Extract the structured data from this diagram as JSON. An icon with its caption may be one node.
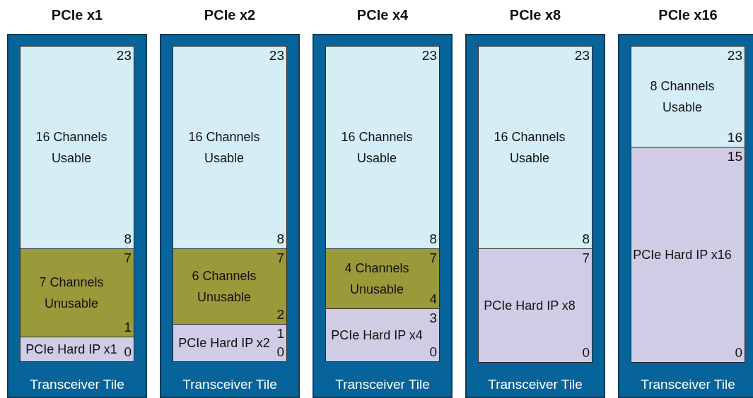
{
  "diagram": {
    "nodes": [
      {
        "text": [
          "PCIe x1",
          "Transceiver Tile"
        ]
      },
      {
        "text": [
          "23",
          "16 Channels Usable",
          "8"
        ],
        "in": 0
      },
      {
        "text": [
          "7",
          "7 Channels Unusable",
          "1"
        ],
        "in": 0
      },
      {
        "text": [
          "PCIe Hard IP x1",
          "0"
        ],
        "in": 0
      },
      {
        "text": [
          "PCIe x2",
          "Transceiver Tile"
        ]
      },
      {
        "text": [
          "23",
          "16 Channels Usable",
          "8"
        ],
        "in": 4
      },
      {
        "text": [
          "7",
          "6 Channels Unusable",
          "2"
        ],
        "in": 4
      },
      {
        "text": [
          "PCIe Hard IP x2",
          "1",
          "0"
        ],
        "in": 4
      },
      {
        "text": [
          "PCIe x4",
          "Transceiver Tile"
        ]
      },
      {
        "text": [
          "23",
          "16 Channels Usable",
          "8"
        ],
        "in": 8
      },
      {
        "text": [
          "7",
          "4 Channels Unusable",
          "4"
        ],
        "in": 8
      },
      {
        "text": [
          "3",
          "PCIe Hard IP x4",
          "0"
        ],
        "in": 8
      },
      {
        "text": [
          "PCIe x8",
          "Transceiver Tile"
        ]
      },
      {
        "text": [
          "23",
          "16 Channels Usable",
          "8"
        ],
        "in": 12
      },
      {
        "text": [
          "7",
          "PCIe Hard IP x8",
          "0"
        ],
        "in": 12
      },
      {
        "text": [
          "PCIe x16",
          "Transceiver Tile"
        ]
      },
      {
        "text": [
          "23",
          "8 Channels Usable",
          "16"
        ],
        "in": 15
      },
      {
        "text": [
          "15",
          "PCIe Hard IP x16",
          "0"
        ],
        "in": 15
      }
    ]
  }
}
